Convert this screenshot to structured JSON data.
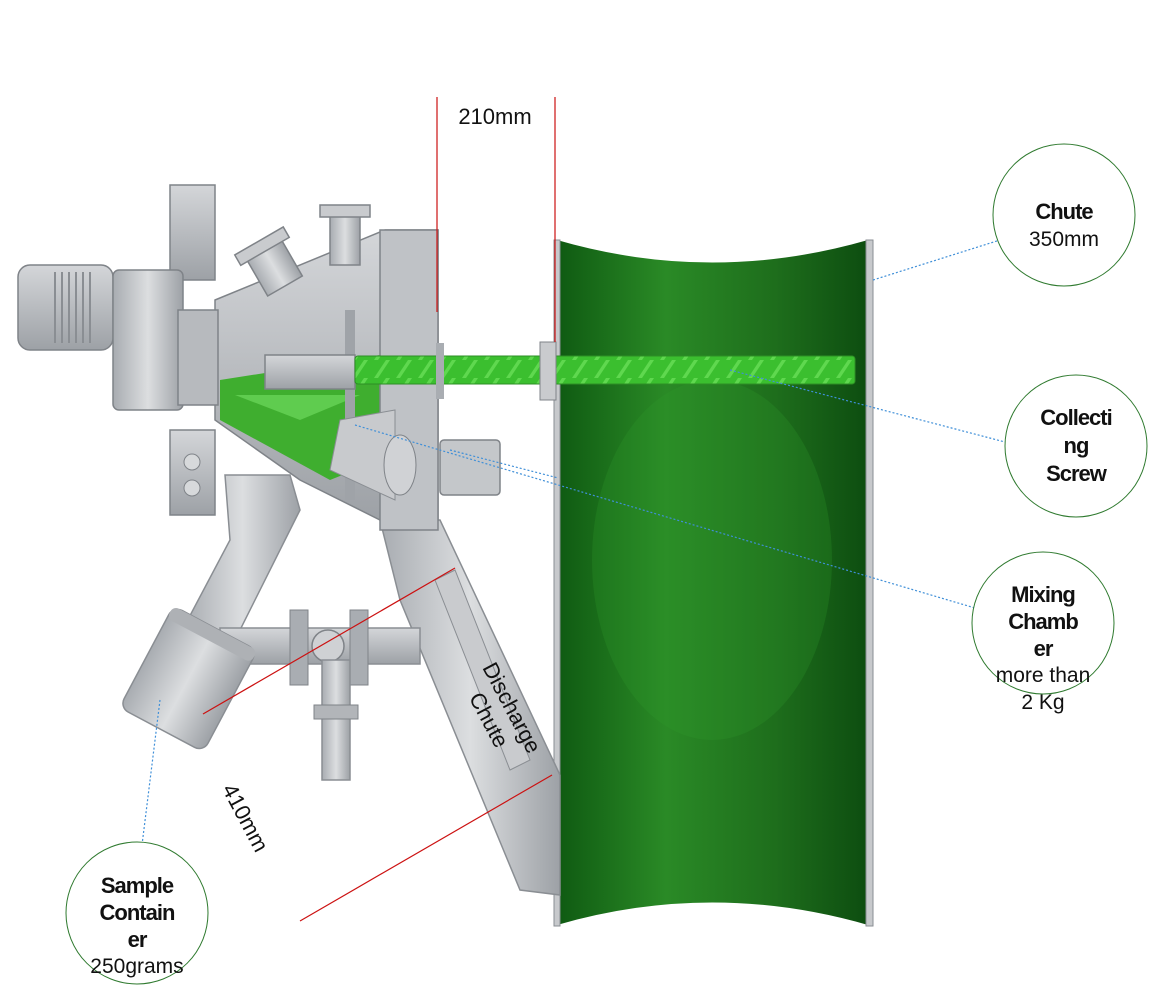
{
  "dimensions": {
    "width_label": "210mm",
    "diagonal_label": "410mm"
  },
  "callouts": {
    "chute": {
      "title": "Chute",
      "value": "350mm"
    },
    "collecting_screw": {
      "title_lines": [
        "Collecti",
        "ng",
        "Screw"
      ]
    },
    "mixing_chamber": {
      "title_lines": [
        "Mixing",
        "Chamb",
        "er"
      ],
      "value_lines": [
        "more than",
        "2 Kg"
      ]
    },
    "sample_container": {
      "title_lines": [
        "Sample",
        "Contain",
        "er"
      ],
      "value": "250grams"
    }
  },
  "parts": {
    "discharge_chute_lines": [
      "Discharge",
      "Chute"
    ]
  },
  "colors": {
    "machine_grey": "#b9bcc0",
    "machine_dark": "#7f8388",
    "chute_green": "#1f7a1f",
    "screw_green": "#3bbf2f",
    "dimension_red": "#cc1111",
    "leader_blue": "#3f8fd8",
    "callout_ring": "#2f7a2f"
  }
}
